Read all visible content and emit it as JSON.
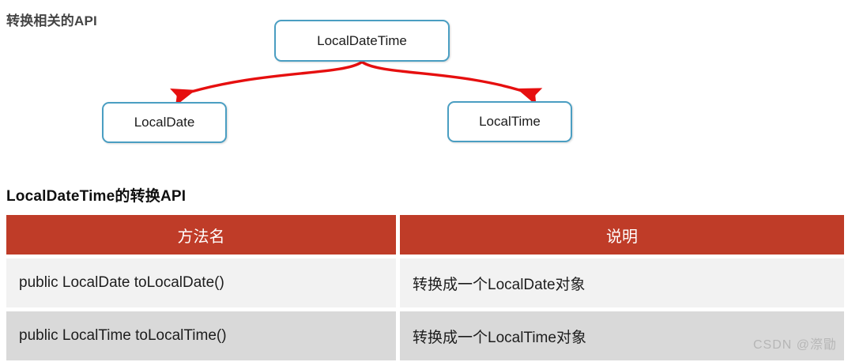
{
  "sections": {
    "diagram_title": "转换相关的API",
    "table_title": "LocalDateTime的转换API"
  },
  "diagram": {
    "root": {
      "label": "LocalDateTime"
    },
    "children": [
      {
        "label": "LocalDate"
      },
      {
        "label": "LocalTime"
      }
    ],
    "colors": {
      "node_border": "#4a9ec2",
      "node_fill": "#ffffff",
      "arrow": "#e60f0f"
    }
  },
  "table": {
    "headers": [
      "方法名",
      "说明"
    ],
    "rows": [
      [
        "public LocalDate toLocalDate()",
        "转换成一个LocalDate对象"
      ],
      [
        "public LocalTime toLocalTime()",
        "转换成一个LocalTime对象"
      ]
    ],
    "colors": {
      "header_bg": "#bf3c28",
      "header_fg": "#ffffff",
      "row_bg_light": "#f2f2f2",
      "row_bg_dark": "#d9d9d9"
    }
  },
  "watermark": {
    "text": "CSDN @漈勖"
  }
}
